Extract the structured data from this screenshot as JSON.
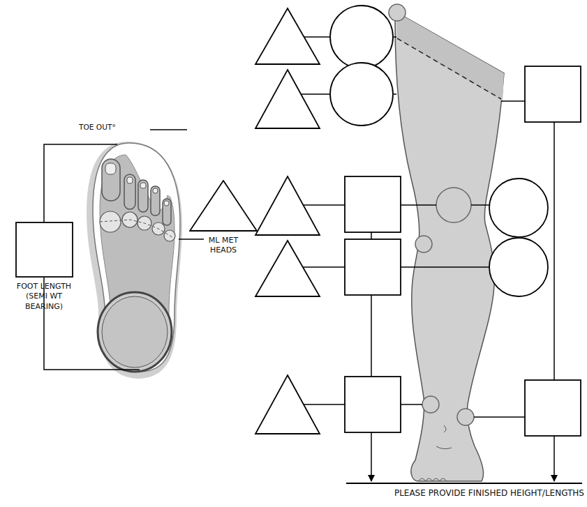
{
  "diagram": {
    "nodes": [
      {
        "text": [
          "FOOT LENGTH (SEMI WT BEARING)"
        ]
      },
      {
        "text": [
          "ML MET HEADS"
        ]
      }
    ],
    "labels": [
      "TOE OUT°",
      "PLEASE PROVIDE FINISHED HEIGHT/LENGTHS"
    ]
  }
}
